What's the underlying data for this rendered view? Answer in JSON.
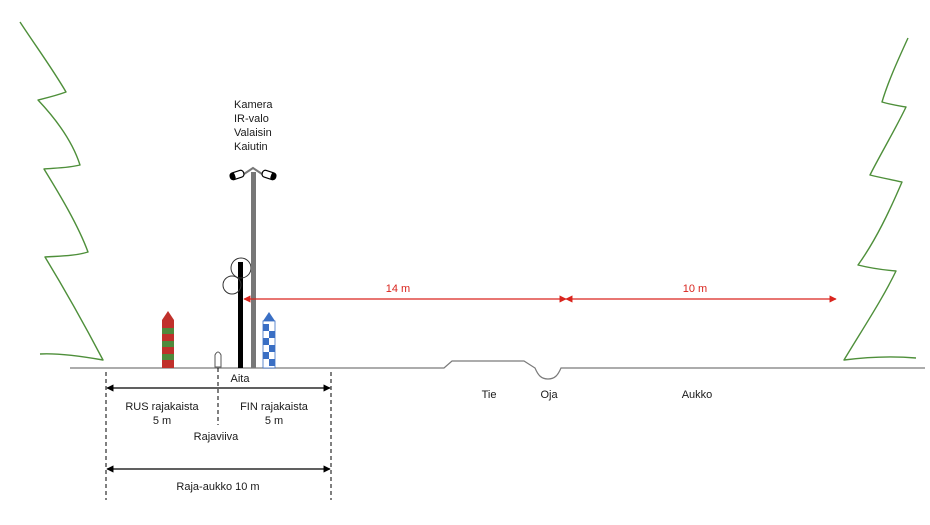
{
  "equipment_labels": [
    "Kamera",
    "IR-valo",
    "Valaisin",
    "Kaiutin"
  ],
  "labels": {
    "fence": "Aita",
    "road": "Tie",
    "ditch": "Oja",
    "clearing": "Aukko",
    "rus_strip": "RUS rajakaista",
    "rus_strip_width": "5 m",
    "fin_strip": "FIN rajakaista",
    "fin_strip_width": "5 m",
    "border_line": "Rajaviiva",
    "border_clearing": "Raja-aukko 10 m"
  },
  "dimensions": {
    "to_ditch": "14 m",
    "clearing_width": "10 m"
  },
  "colors": {
    "tree": "#4e8f3a",
    "dimension_red": "#d9241d",
    "rus_post_red": "#c0302b",
    "rus_post_green": "#4f8a3c",
    "fin_post_blue": "#3a6fc4",
    "pole": "#777777",
    "fence": "#000000"
  }
}
